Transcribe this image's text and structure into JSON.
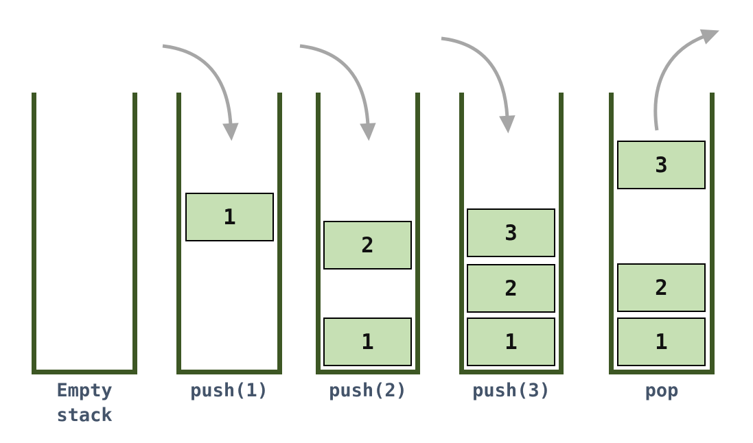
{
  "colors": {
    "wall": "#3d5724",
    "box_fill": "#c6e0b4",
    "box_border": "#000000",
    "arrow": "#a6a6a6",
    "caption_text": "#44546a",
    "box_text": "#111111",
    "background": "#ffffff"
  },
  "icons": {
    "push_arrow": "curved-arrow-down",
    "pop_arrow": "curved-arrow-up-right"
  },
  "frames": [
    {
      "caption": "Empty stack",
      "boxes": []
    },
    {
      "caption": "push(1)",
      "boxes": [
        {
          "value": "1"
        }
      ]
    },
    {
      "caption": "push(2)",
      "boxes": [
        {
          "value": "2"
        },
        {
          "value": "1"
        }
      ]
    },
    {
      "caption": "push(3)",
      "boxes": [
        {
          "value": "3"
        },
        {
          "value": "2"
        },
        {
          "value": "1"
        }
      ]
    },
    {
      "caption": "pop",
      "boxes": [
        {
          "value": "3"
        },
        {
          "value": "2"
        },
        {
          "value": "1"
        }
      ]
    }
  ]
}
